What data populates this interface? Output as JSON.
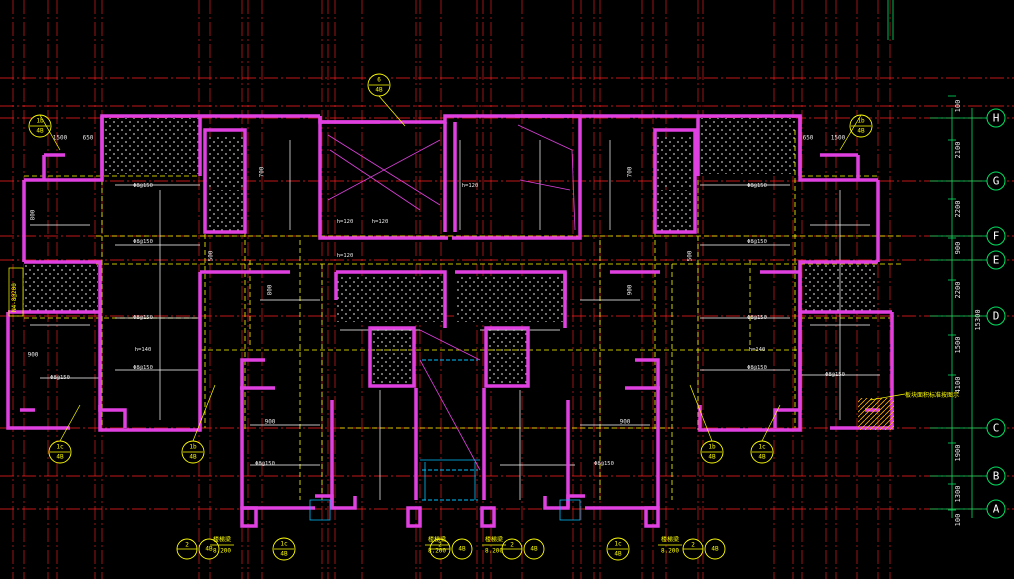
{
  "colors": {
    "background": "#000000",
    "grid_axis": "#ff2020",
    "wall": "#e040e0",
    "rebar_line": "#ffffff",
    "hidden_beam": "#ffff00",
    "tag": "#ffff00",
    "dimension": "#00e060",
    "slab_hatch": "#d0d0d0",
    "stair": "#00c0ff"
  },
  "grid_axes": {
    "rows": [
      {
        "label": "H"
      },
      {
        "label": "G"
      },
      {
        "label": "F"
      },
      {
        "label": "E"
      },
      {
        "label": "D"
      },
      {
        "label": "C"
      },
      {
        "label": "B"
      },
      {
        "label": "A"
      }
    ],
    "row_dimensions": [
      "100",
      "2100",
      "2200",
      "900",
      "2200",
      "1500",
      "4100",
      "1900",
      "1300",
      "100"
    ]
  },
  "section_tags": [
    {
      "top": "6",
      "bottom": "4B"
    },
    {
      "top": "1b",
      "bottom": "4B"
    },
    {
      "top": "1b",
      "bottom": "4B"
    },
    {
      "top": "1c",
      "bottom": "4B"
    },
    {
      "top": "1b",
      "bottom": "4B"
    },
    {
      "top": "1b",
      "bottom": "4B"
    },
    {
      "top": "1c",
      "bottom": "4B"
    },
    {
      "top": "2",
      "bottom": "4B"
    },
    {
      "top": "1c",
      "bottom": "4B"
    },
    {
      "top": "2",
      "bottom": "4B"
    },
    {
      "top": "2",
      "bottom": "4B"
    },
    {
      "top": "1c",
      "bottom": "4B"
    },
    {
      "top": "2",
      "bottom": "4B"
    }
  ],
  "elevation_labels": [
    {
      "title": "楼梯梁",
      "value": "8.200"
    },
    {
      "title": "楼梯梁",
      "value": "8.200"
    },
    {
      "title": "楼梯梁",
      "value": "8.200"
    },
    {
      "title": "楼梯梁",
      "value": "8.200"
    }
  ],
  "annotations": {
    "right_note": "板块面积标准按图示",
    "left_note": "N4-8@200",
    "slab_thickness": [
      "h=120",
      "h=120",
      "h=120",
      "h=140",
      "h=140",
      "h=120"
    ],
    "rebar_labels": [
      "Φ8@150",
      "Φ8@150",
      "Φ8@150",
      "Φ8@150",
      "Φ8@150",
      "Φ8@150",
      "Φ8@150",
      "Φ8@150",
      "Φ8@150",
      "Φ8@150",
      "Φ8@150",
      "Φ8@150"
    ],
    "dimension_labels": [
      "1500",
      "650",
      "650",
      "1500",
      "800",
      "900",
      "700",
      "500",
      "900",
      "800",
      "900",
      "700",
      "500",
      "900"
    ],
    "bay_dimension": "15300"
  }
}
